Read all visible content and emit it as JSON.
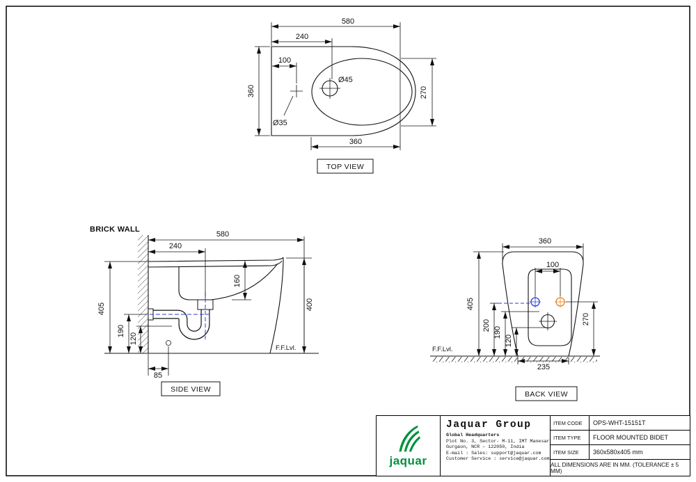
{
  "drawing": {
    "top_view": {
      "label": "TOP VIEW",
      "dim_overall_length": "580",
      "dim_hole_offset": "240",
      "dim_hole_spacing": "100",
      "dim_overall_width": "360",
      "dim_bowl_width": "270",
      "dim_bowl_length": "360",
      "hole_large": "Ø45",
      "hole_small": "Ø35"
    },
    "side_view": {
      "label": "SIDE VIEW",
      "wall_label": "BRICK WALL",
      "floor_label": "F.F.Lvl.",
      "dim_overall_length": "580",
      "dim_drain_offset": "240",
      "dim_bowl_depth": "160",
      "dim_front_height": "400",
      "dim_overall_height": "405",
      "dim_inlet_height": "190",
      "dim_waste_height": "120",
      "dim_outlet_offset": "85"
    },
    "back_view": {
      "label": "BACK VIEW",
      "floor_label": "F.F.Lvl.",
      "dim_overall_width": "360",
      "dim_inlet_spacing": "100",
      "dim_overall_height": "405",
      "dim_inlet_height": "270",
      "dim_level_200": "200",
      "dim_level_190": "190",
      "dim_level_120": "120",
      "dim_base_width": "235"
    }
  },
  "title_block": {
    "logo_text": "jaquar",
    "company_name": "Jaquar Group",
    "hq_title": "Global Headquarters",
    "address_line1": "Plot No. 3, Sector- M-11, IMT Manesar",
    "address_line2": "Gurgaon, NCR – 122050, India",
    "email_line": "E-mail : Sales: support@jaquar.com",
    "service_line": "Customer Service : service@jaquar.com",
    "item_code_label": "ITEM CODE",
    "item_code": "OPS-WHT-15151T",
    "item_type_label": "ITEM TYPE",
    "item_type": "FLOOR MOUNTED BIDET",
    "item_size_label": "ITEM SIZE",
    "item_size": "360x580x405 mm",
    "note": "ALL DIMENSIONS ARE IN MM. (TOLERANCE ± 5 MM)"
  },
  "colors": {
    "line": "#111111",
    "logo_green": "#00913c",
    "water_blue": "#2b3bd6",
    "hot_orange": "#e8821e"
  }
}
